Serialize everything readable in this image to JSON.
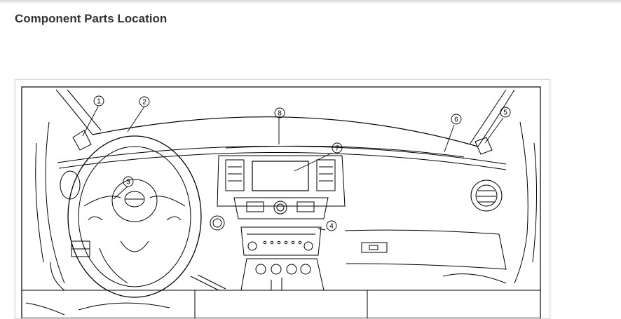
{
  "page": {
    "title": "Component Parts Location"
  },
  "diagram": {
    "callouts": [
      "1",
      "2",
      "3",
      "4",
      "5",
      "6",
      "7",
      "8"
    ]
  }
}
